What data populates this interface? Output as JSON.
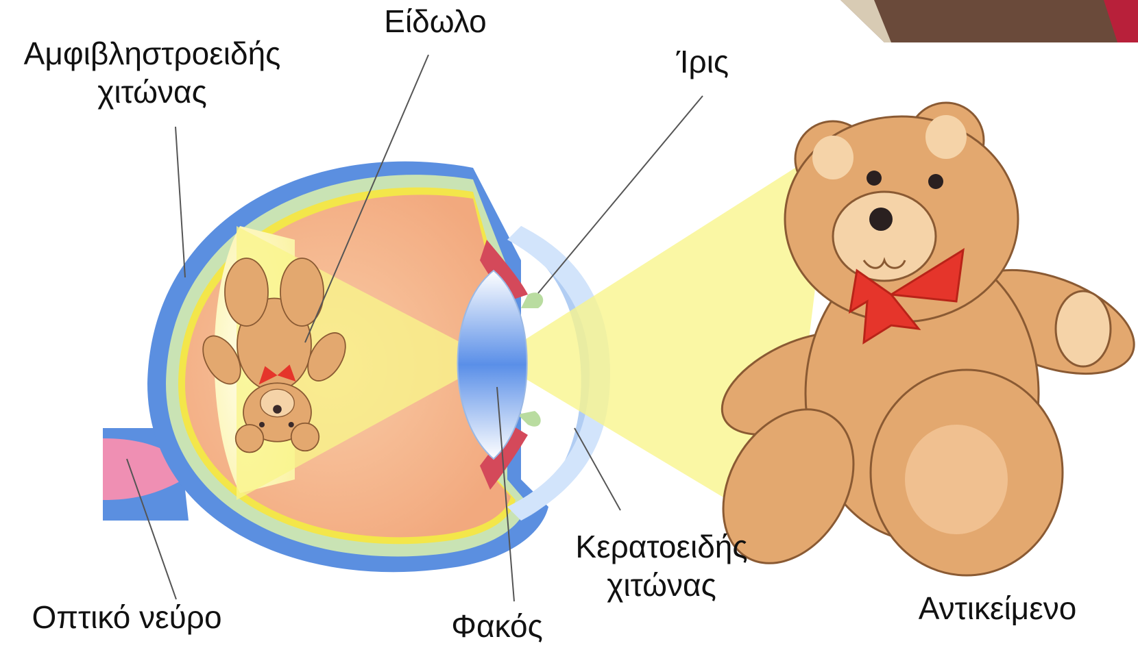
{
  "labels": {
    "retina": {
      "line1": "Αμφιβληστροειδής",
      "line2": "χιτώνας"
    },
    "image": "Είδωλο",
    "iris": "Ίρις",
    "optic_nerve": "Οπτικό νεύρο",
    "lens": "Φακός",
    "cornea": {
      "line1": "Κερατοειδής",
      "line2": "χιτώνας"
    },
    "object": "Αντικείμενο"
  },
  "colors": {
    "sclera": "#5b8fe0",
    "choroid": "#c9e3b4",
    "retina_line": "#f3e64a",
    "vitreous": "#f4b48c",
    "light_beam": "#f8f58a",
    "lens": "#a9c8f2",
    "iris": "#d4495a",
    "optic_nerve": "#ef8fb3",
    "bear": "#e3a86f",
    "bear_outline": "#8a5a33",
    "bow": "#e5352b",
    "leader_line": "#555555"
  }
}
